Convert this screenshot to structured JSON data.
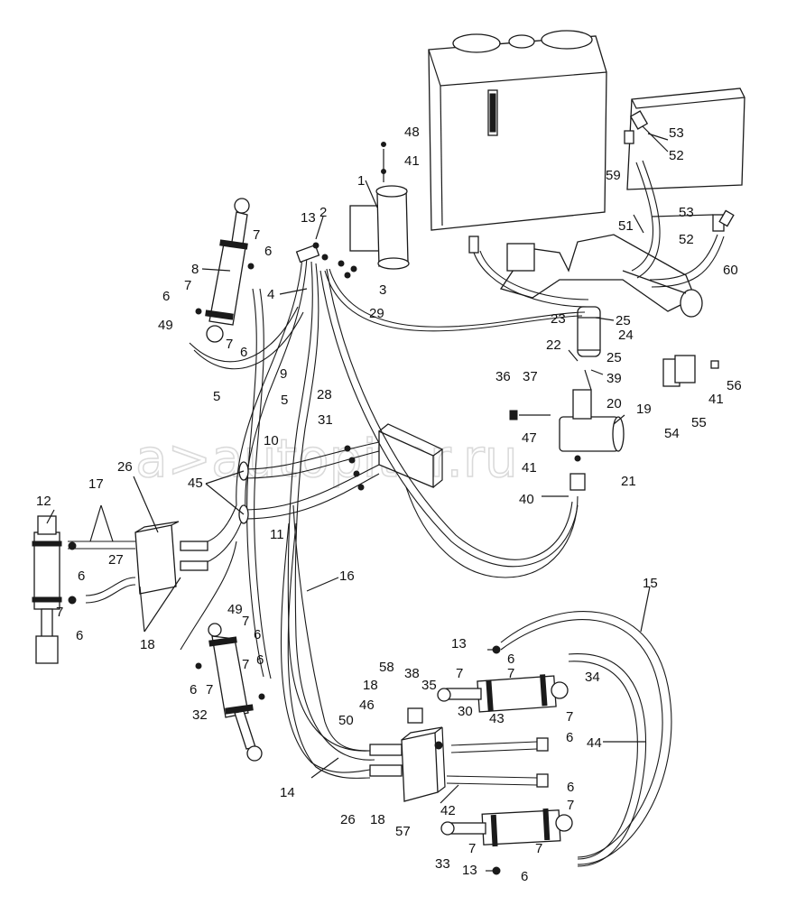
{
  "watermark": "a>autopiter.ru",
  "labels": [
    {
      "id": "l48",
      "text": "48"
    },
    {
      "id": "l41a",
      "text": "41"
    },
    {
      "id": "l1",
      "text": "1"
    },
    {
      "id": "l53a",
      "text": "53"
    },
    {
      "id": "l52a",
      "text": "52"
    },
    {
      "id": "l59",
      "text": "59"
    },
    {
      "id": "l51",
      "text": "51"
    },
    {
      "id": "l53b",
      "text": "53"
    },
    {
      "id": "l52b",
      "text": "52"
    },
    {
      "id": "l60",
      "text": "60"
    },
    {
      "id": "l13a",
      "text": "13"
    },
    {
      "id": "l2",
      "text": "2"
    },
    {
      "id": "l7a",
      "text": "7"
    },
    {
      "id": "l6a",
      "text": "6"
    },
    {
      "id": "l8",
      "text": "8"
    },
    {
      "id": "l4",
      "text": "4"
    },
    {
      "id": "l3",
      "text": "3"
    },
    {
      "id": "l6b",
      "text": "6"
    },
    {
      "id": "l7b",
      "text": "7"
    },
    {
      "id": "l49a",
      "text": "49"
    },
    {
      "id": "l7c",
      "text": "7"
    },
    {
      "id": "l6c",
      "text": "6"
    },
    {
      "id": "l29",
      "text": "29"
    },
    {
      "id": "l23",
      "text": "23"
    },
    {
      "id": "l25a",
      "text": "25"
    },
    {
      "id": "l24",
      "text": "24"
    },
    {
      "id": "l22",
      "text": "22"
    },
    {
      "id": "l25b",
      "text": "25"
    },
    {
      "id": "l39",
      "text": "39"
    },
    {
      "id": "l36",
      "text": "36"
    },
    {
      "id": "l37",
      "text": "37"
    },
    {
      "id": "l56",
      "text": "56"
    },
    {
      "id": "l9",
      "text": "9"
    },
    {
      "id": "l41b",
      "text": "41"
    },
    {
      "id": "l20",
      "text": "20"
    },
    {
      "id": "l5a",
      "text": "5"
    },
    {
      "id": "l5b",
      "text": "5"
    },
    {
      "id": "l28",
      "text": "28"
    },
    {
      "id": "l19",
      "text": "19"
    },
    {
      "id": "l54",
      "text": "54"
    },
    {
      "id": "l55",
      "text": "55"
    },
    {
      "id": "l31",
      "text": "31"
    },
    {
      "id": "l10",
      "text": "10"
    },
    {
      "id": "l47",
      "text": "47"
    },
    {
      "id": "l41c",
      "text": "41"
    },
    {
      "id": "l21",
      "text": "21"
    },
    {
      "id": "l26a",
      "text": "26"
    },
    {
      "id": "l45",
      "text": "45"
    },
    {
      "id": "l40",
      "text": "40"
    },
    {
      "id": "l17",
      "text": "17"
    },
    {
      "id": "l12",
      "text": "12"
    },
    {
      "id": "l11",
      "text": "11"
    },
    {
      "id": "l27",
      "text": "27"
    },
    {
      "id": "l16",
      "text": "16"
    },
    {
      "id": "l6d",
      "text": "6"
    },
    {
      "id": "l15",
      "text": "15"
    },
    {
      "id": "l7d",
      "text": "7"
    },
    {
      "id": "l6e",
      "text": "6"
    },
    {
      "id": "l18a",
      "text": "18"
    },
    {
      "id": "l49b",
      "text": "49"
    },
    {
      "id": "l7e",
      "text": "7"
    },
    {
      "id": "l6f",
      "text": "6"
    },
    {
      "id": "l13b",
      "text": "13"
    },
    {
      "id": "l6g",
      "text": "6"
    },
    {
      "id": "l6h",
      "text": "6"
    },
    {
      "id": "l7f",
      "text": "7"
    },
    {
      "id": "l58",
      "text": "58"
    },
    {
      "id": "l38",
      "text": "38"
    },
    {
      "id": "l7g",
      "text": "7"
    },
    {
      "id": "l7h",
      "text": "7"
    },
    {
      "id": "l34",
      "text": "34"
    },
    {
      "id": "l18b",
      "text": "18"
    },
    {
      "id": "l35",
      "text": "35"
    },
    {
      "id": "l6i",
      "text": "6"
    },
    {
      "id": "l32",
      "text": "32"
    },
    {
      "id": "l7i",
      "text": "7"
    },
    {
      "id": "l46",
      "text": "46"
    },
    {
      "id": "l30",
      "text": "30"
    },
    {
      "id": "l43",
      "text": "43"
    },
    {
      "id": "l7j",
      "text": "7"
    },
    {
      "id": "l50",
      "text": "50"
    },
    {
      "id": "l6j",
      "text": "6"
    },
    {
      "id": "l44",
      "text": "44"
    },
    {
      "id": "l14",
      "text": "14"
    },
    {
      "id": "l6k",
      "text": "6"
    },
    {
      "id": "l26b",
      "text": "26"
    },
    {
      "id": "l18c",
      "text": "18"
    },
    {
      "id": "l42",
      "text": "42"
    },
    {
      "id": "l7k",
      "text": "7"
    },
    {
      "id": "l57",
      "text": "57"
    },
    {
      "id": "l7l",
      "text": "7"
    },
    {
      "id": "l7m",
      "text": "7"
    },
    {
      "id": "l33",
      "text": "33"
    },
    {
      "id": "l13c",
      "text": "13"
    },
    {
      "id": "l6l",
      "text": "6"
    }
  ]
}
